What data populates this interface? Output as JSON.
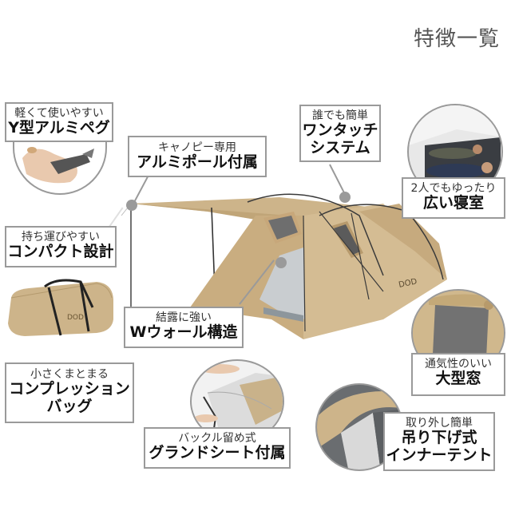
{
  "header": {
    "title": "特徴一覧"
  },
  "colors": {
    "tent_tan": "#cdb48a",
    "tent_shadow": "#b89b6d",
    "border_gray": "#9a9a9a",
    "title_gray": "#555555",
    "mesh_gray": "#6e6e6e",
    "inner_gray": "#c9cdd0"
  },
  "product": {
    "logo": "DOD"
  },
  "features": [
    {
      "id": "peg",
      "sub": "軽くて使いやすい",
      "main": "Y型アルミペグ",
      "image": "peg-in-hand-photo"
    },
    {
      "id": "pole",
      "sub": "キャノピー専用",
      "main": "アルミポール付属",
      "image": null
    },
    {
      "id": "onetouch",
      "sub": "誰でも簡単",
      "main": "ワンタッチ\nシステム",
      "main_lines": [
        "ワンタッチ",
        "システム"
      ],
      "image": null
    },
    {
      "id": "bedroom",
      "sub": "2人でもゆったり",
      "main": "広い寝室",
      "image": "two-people-lying-in-tent-photo"
    },
    {
      "id": "compact",
      "sub": "持ち運びやすい",
      "main": "コンパクト設計",
      "image": "carry-bag-photo"
    },
    {
      "id": "wwall",
      "sub": "結露に強い",
      "main": "Wウォール構造",
      "image": null
    },
    {
      "id": "bag",
      "sub": "小さくまとまる",
      "main": "コンプレッション\nバッグ",
      "main_lines": [
        "コンプレッション",
        "バッグ"
      ],
      "image": null
    },
    {
      "id": "groundsheet",
      "sub": "バックル留め式",
      "main": "グランドシート付属",
      "image": "buckle-groundsheet-photo"
    },
    {
      "id": "window",
      "sub": "通気性のいい",
      "main": "大型窓",
      "image": "mesh-window-photo"
    },
    {
      "id": "inner",
      "sub": "取り外し簡単",
      "main_lines": [
        "吊り下げ式",
        "インナーテント"
      ],
      "image": "inner-tent-photo"
    }
  ]
}
